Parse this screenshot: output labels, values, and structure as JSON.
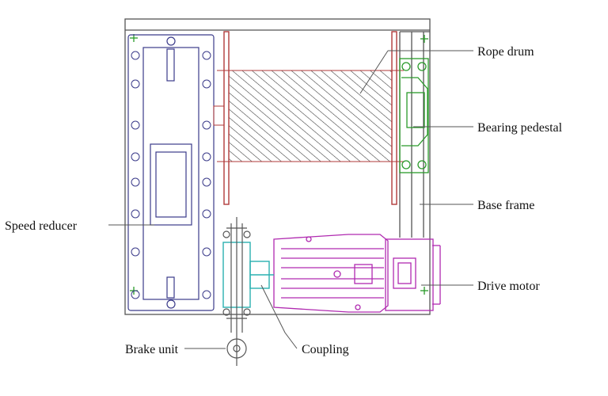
{
  "labels": {
    "rope_drum": "Rope drum",
    "bearing_pedestal": "Bearing pedestal",
    "base_frame": "Base frame",
    "speed_reducer": "Speed reducer",
    "drive_motor": "Drive motor",
    "brake_unit": "Brake unit",
    "coupling": "Coupling"
  },
  "colors": {
    "frame": "#555555",
    "reducer": "#3b3b8a",
    "drum": "#b03a3a",
    "pedestal": "#2a9a2a",
    "motor": "#b02ab0",
    "coupling": "#2ab0b0",
    "brake": "#555555",
    "leader": "#555555"
  }
}
